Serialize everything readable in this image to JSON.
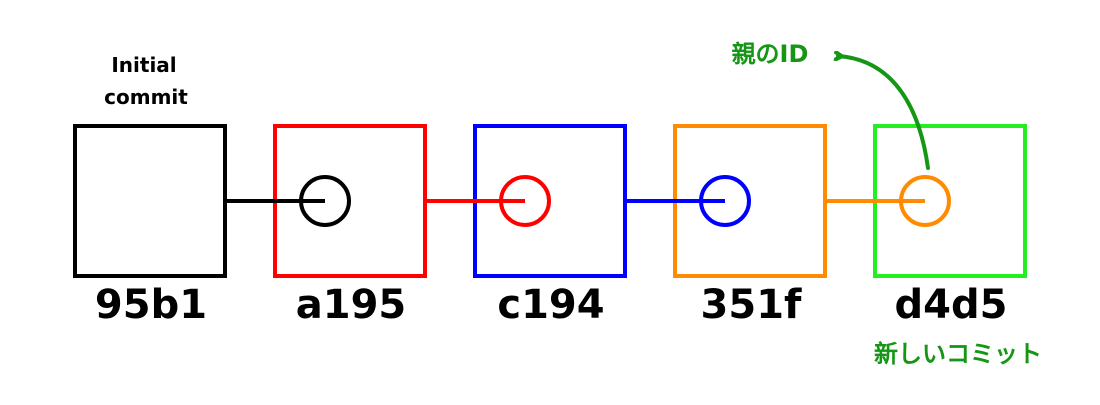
{
  "diagram": {
    "first_commit_label": [
      "Initial",
      "commit"
    ],
    "commits": [
      {
        "id": "95b1",
        "color": "#000000",
        "parent_color": null
      },
      {
        "id": "a195",
        "color": "#ff0000",
        "parent_color": "#000000"
      },
      {
        "id": "c194",
        "color": "#0000ff",
        "parent_color": "#ff0000"
      },
      {
        "id": "351f",
        "color": "#ff8c00",
        "parent_color": "#0000ff"
      },
      {
        "id": "d4d5",
        "color": "#22ee22",
        "parent_color": "#ff8c00"
      }
    ],
    "parent_id_label": "親のID",
    "new_commit_label": "新しいコミット",
    "annotation_color": "#159615"
  }
}
